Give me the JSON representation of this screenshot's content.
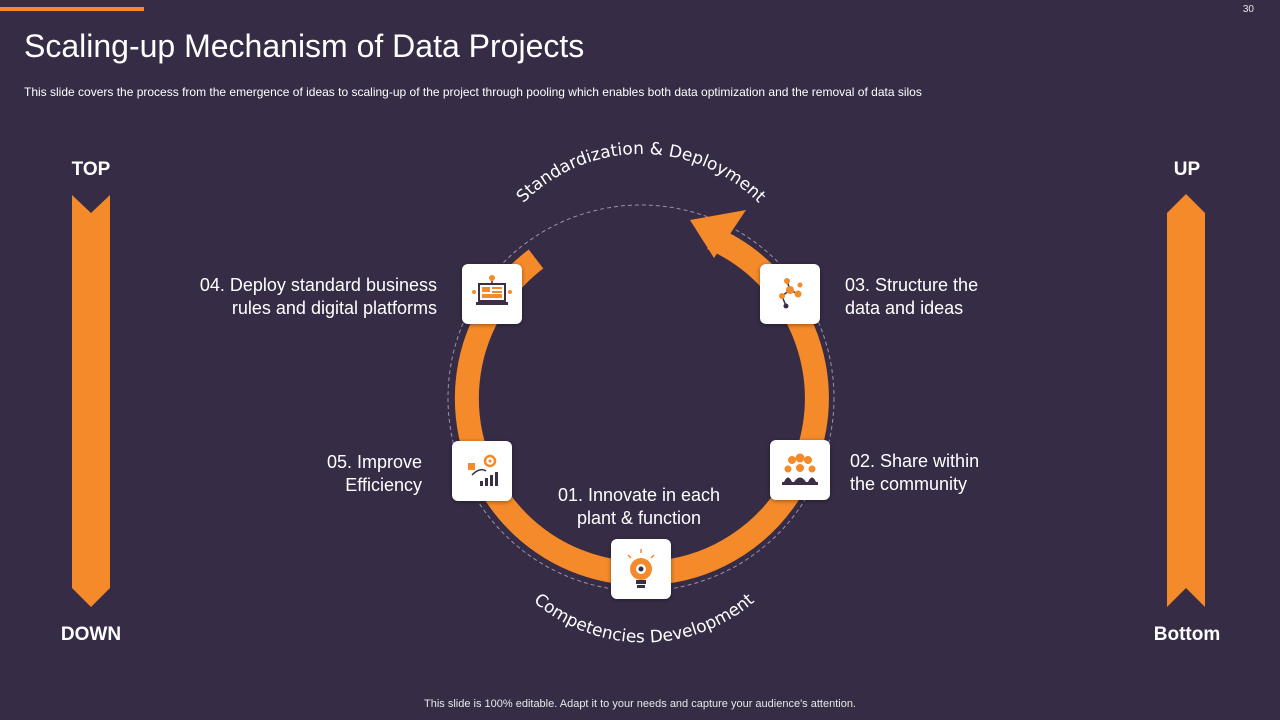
{
  "page_number": "30",
  "title": "Scaling-up Mechanism of Data Projects",
  "subtitle": "This slide covers the process from the emergence of ideas to scaling-up of the project through pooling which enables both data optimization and the removal of data silos",
  "left_scale": {
    "top": "TOP",
    "bottom": "DOWN"
  },
  "right_scale": {
    "top": "UP",
    "bottom": "Bottom"
  },
  "arc_labels": {
    "top": "Standardization & Deployment",
    "bottom": "Competencies Development"
  },
  "steps": [
    {
      "line1": "01. Innovate in each",
      "line2": "plant & function",
      "icon": "lightbulb-gear-icon"
    },
    {
      "line1": "02. Share within",
      "line2": "the community",
      "icon": "community-group-icon"
    },
    {
      "line1": "03. Structure the",
      "line2": "data and ideas",
      "icon": "data-network-icon"
    },
    {
      "line1": "04. Deploy standard business",
      "line2": "rules and digital platforms",
      "icon": "digital-platform-icon"
    },
    {
      "line1": "05. Improve",
      "line2": "Efficiency",
      "icon": "efficiency-chart-icon"
    }
  ],
  "footer": "This slide is 100% editable. Adapt it to your needs and capture your audience's attention.",
  "colors": {
    "background": "#372c46",
    "accent": "#f58a2a",
    "text": "#ffffff",
    "icon_dark": "#3a2f45"
  }
}
